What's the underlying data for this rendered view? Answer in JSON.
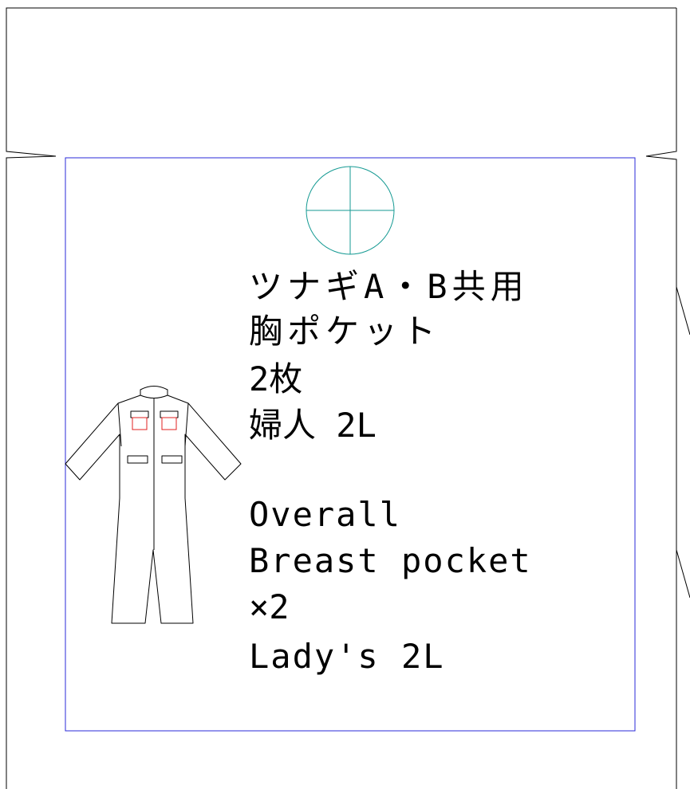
{
  "colors": {
    "line": "#000000",
    "frame": "#2a2ad8",
    "crosshair": "#159a93",
    "pocket_highlight": "#e02020",
    "background": "#ffffff"
  },
  "labels_ja": [
    "ツナギA・B共用",
    "胸ポケット",
    "2枚",
    "婦人 2L"
  ],
  "labels_en": [
    "Overall",
    "Breast pocket",
    "×2",
    "Lady's  2L"
  ],
  "icons": {
    "registration": "crosshair-circle-icon",
    "garment": "coverall-garment-icon"
  }
}
